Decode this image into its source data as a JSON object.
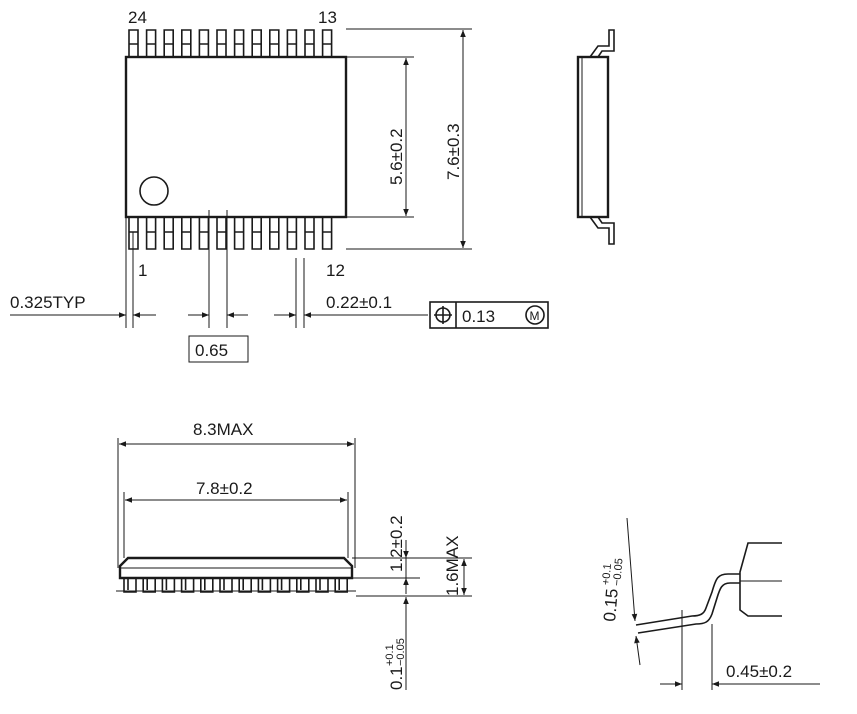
{
  "pins": {
    "top_left": "24",
    "top_right": "13",
    "bottom_left": "1",
    "bottom_right": "12"
  },
  "dimensions": {
    "body_width": "5.6±0.2",
    "total_width": "7.6±0.3",
    "lead_pitch_offset": "0.325TYP",
    "lead_width": "0.22±0.1",
    "pitch": "0.65",
    "length_max": "8.3MAX",
    "body_length": "7.8±0.2",
    "body_height": "1.2±0.2",
    "height_max": "1.6MAX",
    "standoff_base": "0.1",
    "standoff_tol_plus": "+0.1",
    "standoff_tol_minus": "−0.05",
    "lead_thickness_base": "0.15",
    "lead_thickness_tol_plus": "+0.1",
    "lead_thickness_tol_minus": "−0.05",
    "foot_length": "0.45±0.2"
  },
  "tolerance_frame": {
    "symbol": "position-icon",
    "value": "0.13",
    "modifier": "M"
  }
}
